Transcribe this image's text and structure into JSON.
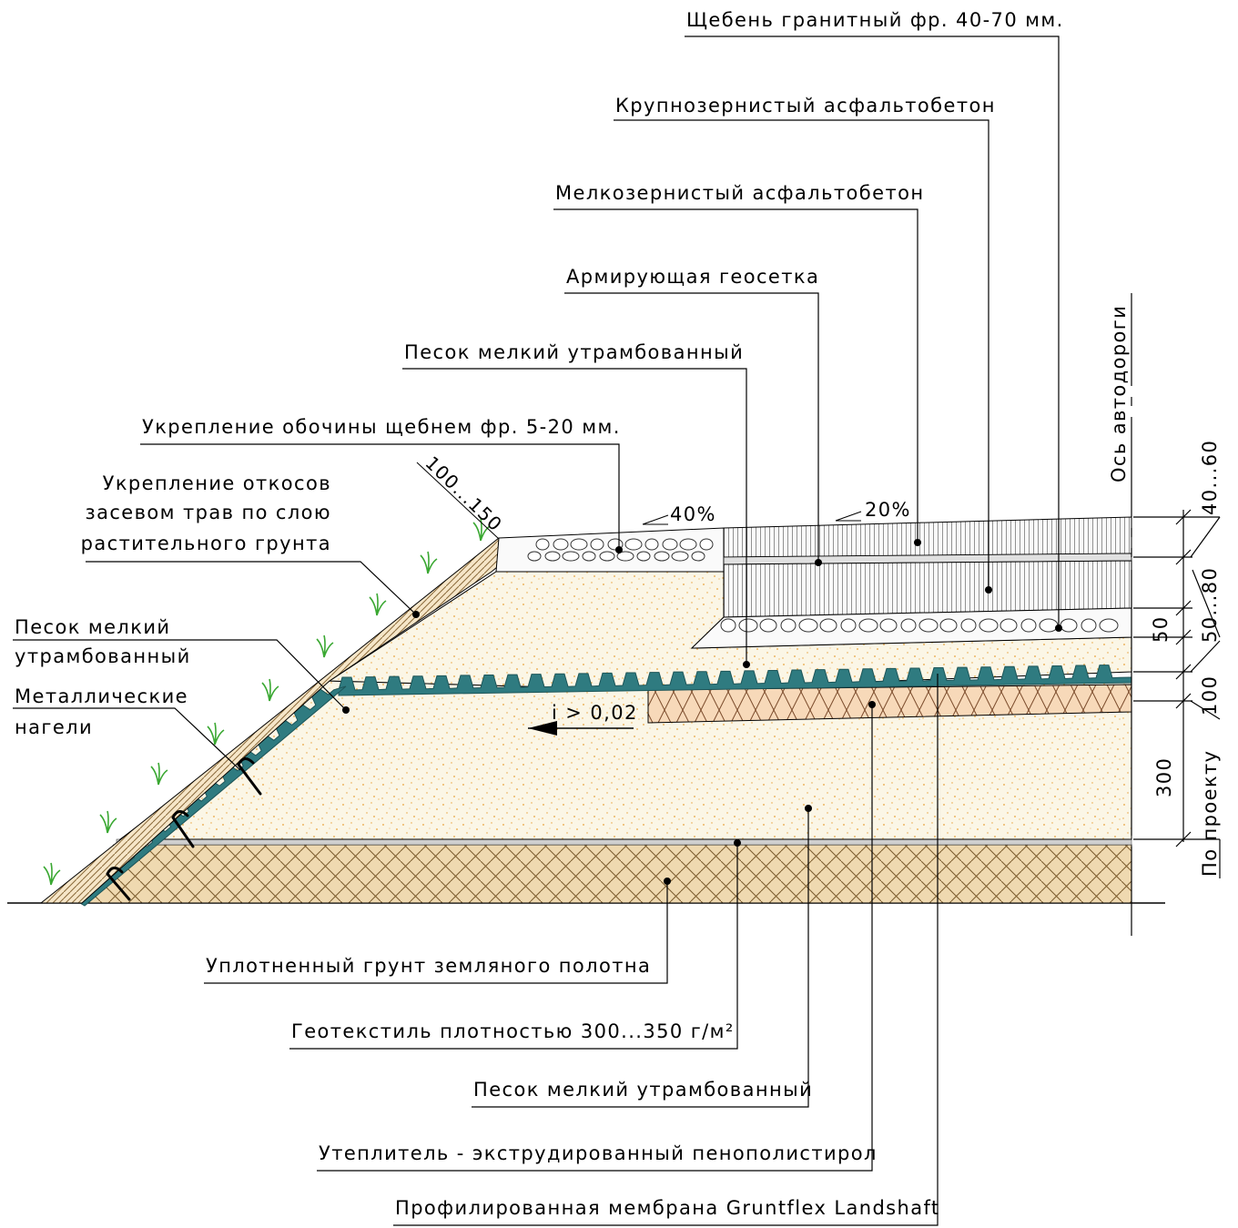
{
  "labels": {
    "gravel_granite": "Щебень гранитный фр. 40-70 мм.",
    "coarse_asphalt": "Крупнозернистый асфальтобетон",
    "fine_asphalt": "Мелкозернистый асфальтобетон",
    "geogrid": "Армирующая геосетка",
    "sand_top": "Песок мелкий утрамбованный",
    "shoulder": "Укрепление обочины щебнем фр. 5-20 мм.",
    "slope_line1": "Укрепление откосов",
    "slope_line2": "засевом трав по слою",
    "slope_line3": "растительного грунта",
    "sand_left_line1": "Песок мелкий",
    "sand_left_line2": "утрамбованный",
    "nails_line1": "Металлические",
    "nails_line2": "нагели",
    "subgrade": "Уплотненный грунт земляного полотна",
    "geotextile": "Геотекстиль плотностью 300...350 г/м²",
    "sand_bottom": "Песок мелкий утрамбованный",
    "insulation": "Утеплитель - экструдированный пенополистирол",
    "membrane": "Профилированная мембрана Gruntflex Landshaft",
    "axis": "Ось автодороги",
    "slope_road": "20%",
    "slope_shoulder": "40%",
    "grade": "i > 0,02",
    "topsoil_thickness": "100...150"
  },
  "dimensions": {
    "d1": "40...60",
    "d2": "50",
    "d3": "50...80",
    "d4": "100",
    "d5": "300",
    "d6": "По проекту"
  },
  "colors": {
    "sand": "#f9f3e2",
    "sand_dots": "#e8a23a",
    "subgrade": "#efd9b0",
    "insulation": "#f6d8b8",
    "membrane": "#2f7b80",
    "grass": "#3aa832"
  }
}
